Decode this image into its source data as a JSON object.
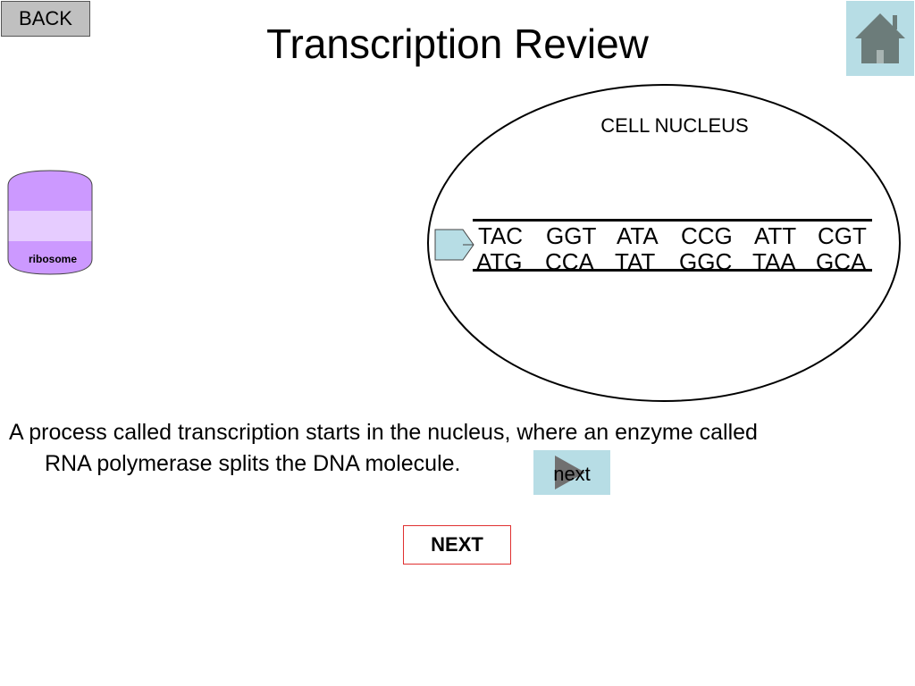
{
  "header": {
    "back_label": "BACK",
    "title": "Transcription Review",
    "home_icon": "home-icon"
  },
  "ribosome": {
    "label": "ribosome",
    "color_top": "#cc99ff",
    "color_middle": "#e6ccff"
  },
  "nucleus": {
    "label": "CELL NUCLEUS"
  },
  "dna": {
    "top_strand": [
      "TAC",
      "GGT",
      "ATA",
      "CCG",
      "ATT",
      "CGT"
    ],
    "bottom_strand": [
      "ATG",
      "CCA",
      "TAT",
      "GGC",
      "TAA",
      "GCA"
    ]
  },
  "polymerase": {
    "icon": "rna-polymerase-arrow-icon",
    "color": "#b7dde5"
  },
  "caption": {
    "line1": "A process called transcription starts in the nucleus, where an enzyme called",
    "line2": "RNA polymerase splits the DNA molecule."
  },
  "nav": {
    "next_icon_label": "next",
    "next_button_label": "NEXT",
    "play_icon": "play-icon"
  },
  "colors": {
    "accent": "#b7dde5",
    "next_border": "#e03030",
    "back_bg": "#c0c0c0"
  }
}
